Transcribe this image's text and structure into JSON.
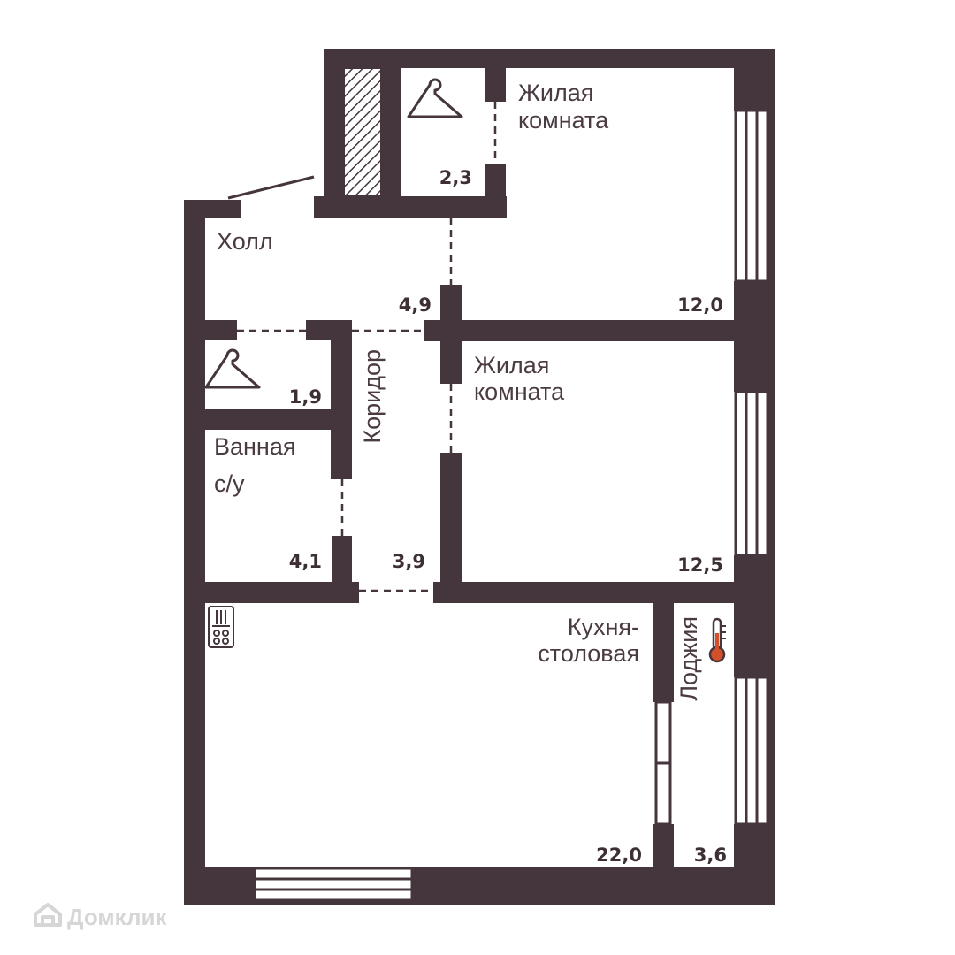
{
  "rooms": {
    "living_room_1": {
      "name_line1": "Жилая",
      "name_line2": "комната",
      "area": "12,0"
    },
    "living_room_2": {
      "name_line1": "Жилая",
      "name_line2": "комната",
      "area": "12,5"
    },
    "wardrobe_top": {
      "area": "2,3"
    },
    "hall": {
      "name": "Холл",
      "area": "4,9"
    },
    "wardrobe_left": {
      "area": "1,9"
    },
    "bathroom": {
      "name_line1": "Ванная",
      "name_line2": "с/у",
      "area": "4,1"
    },
    "corridor": {
      "name": "Коридор",
      "area": "3,9"
    },
    "kitchen": {
      "name_line1": "Кухня-",
      "name_line2": "столовая",
      "area": "22,0"
    },
    "loggia": {
      "name": "Лоджия",
      "area": "3,6"
    }
  },
  "icons": [
    "hanger-icon",
    "hanger-icon",
    "stove-icon",
    "thermometer-icon"
  ],
  "watermark": {
    "text": "Домклик"
  },
  "colors": {
    "wall": "#45363e",
    "accent": "#d4502a",
    "text": "#4a3a42"
  }
}
